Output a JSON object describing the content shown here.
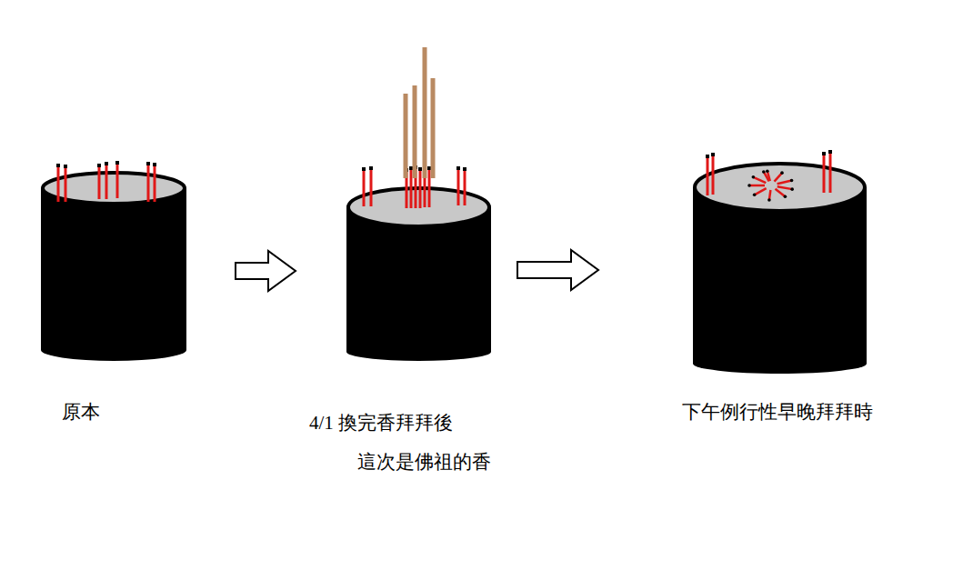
{
  "diagram": {
    "nodes": [
      {
        "text": [
          "原本"
        ]
      },
      {
        "text": [
          "4/1 換完香拜拜後",
          "這次是佛祖的香"
        ]
      },
      {
        "text": [
          "下午例行性早晚拜拜時"
        ]
      }
    ],
    "edges": [
      {
        "from": 0,
        "to": 1,
        "arrow": "to"
      },
      {
        "from": 1,
        "to": 2,
        "arrow": "to"
      }
    ]
  }
}
